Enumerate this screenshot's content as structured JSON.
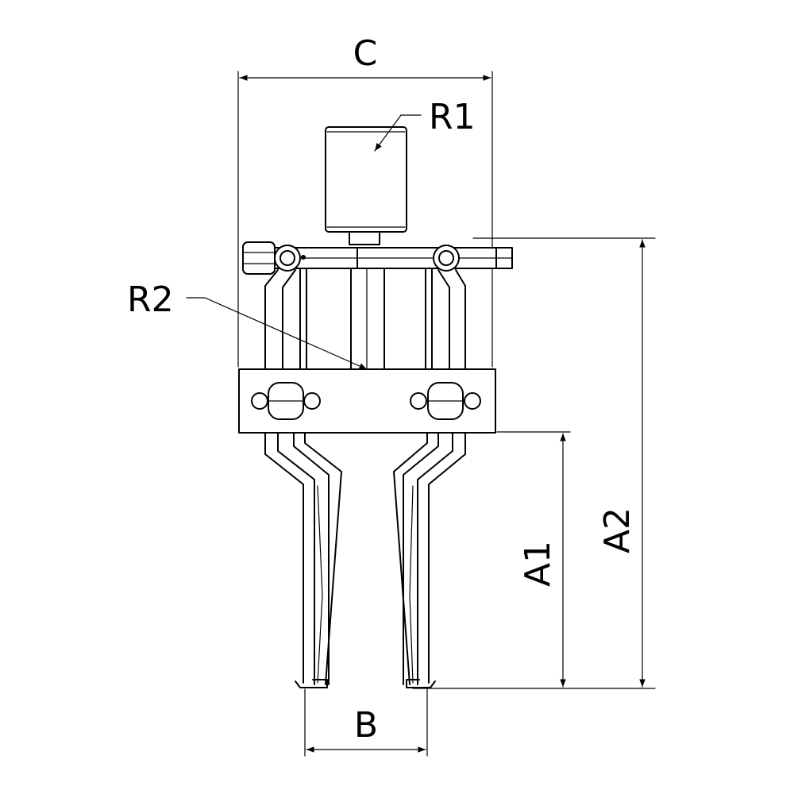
{
  "labels": {
    "c": "C",
    "r1": "R1",
    "r2": "R2",
    "a1": "A1",
    "a2": "A2",
    "b": "B"
  }
}
